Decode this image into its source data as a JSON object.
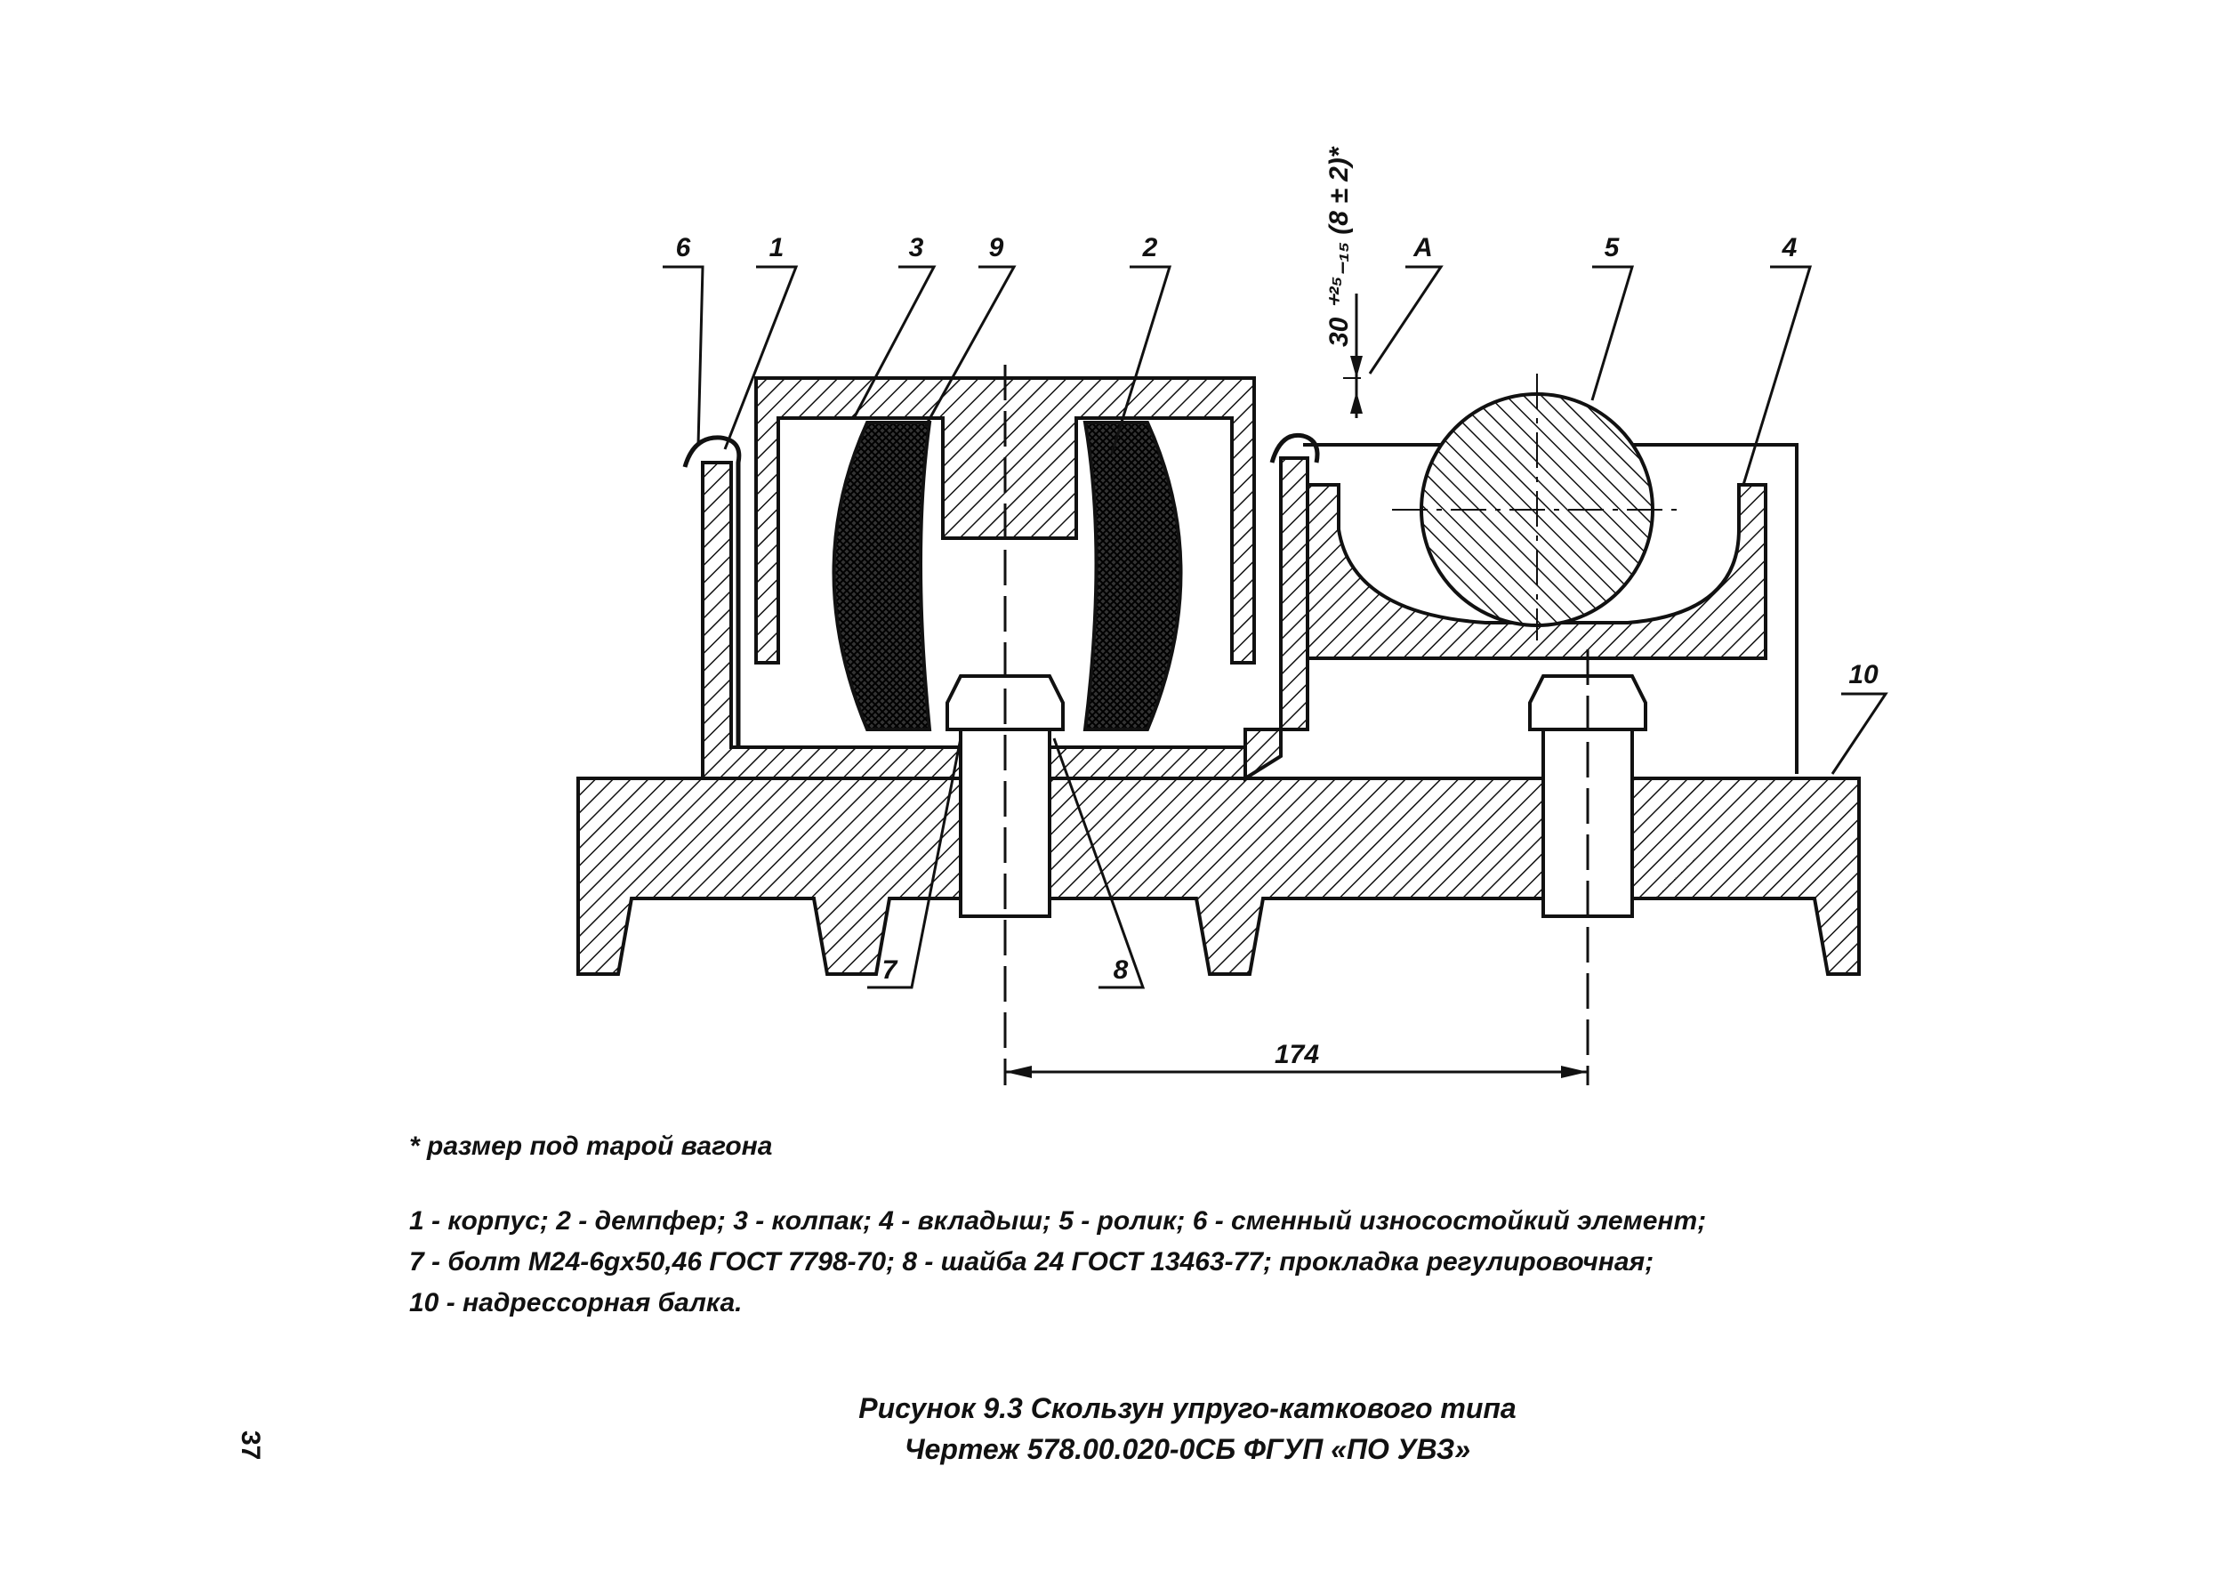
{
  "drawing": {
    "labels": {
      "l6": "6",
      "l1": "1",
      "l3": "3",
      "l9": "9",
      "l2": "2",
      "lA": "A",
      "l5": "5",
      "l4": "4",
      "l10": "10",
      "l7": "7",
      "l8": "8"
    },
    "dim_174": "174",
    "dim_height": "30 ⁺²⁵₋₁₅  (8 ± 2)*"
  },
  "footnote": "* размер под тарой вагона",
  "legend": [
    "1 - корпус; 2 - демпфер; 3 - колпак; 4 - вкладыш; 5 - ролик; 6 - сменный износостойкий элемент;",
    "7 - болт М24-6gx50,46 ГОСТ 7798-70; 8 - шайба 24 ГОСТ 13463-77; прокладка регулировочная;",
    "10 - надрессорная балка."
  ],
  "caption": {
    "line1": "Рисунок 9.3 Скользун упруго-каткового типа",
    "line2": "Чертеж 578.00.020-0СБ ФГУП «ПО УВЗ»"
  },
  "page_number": "37"
}
